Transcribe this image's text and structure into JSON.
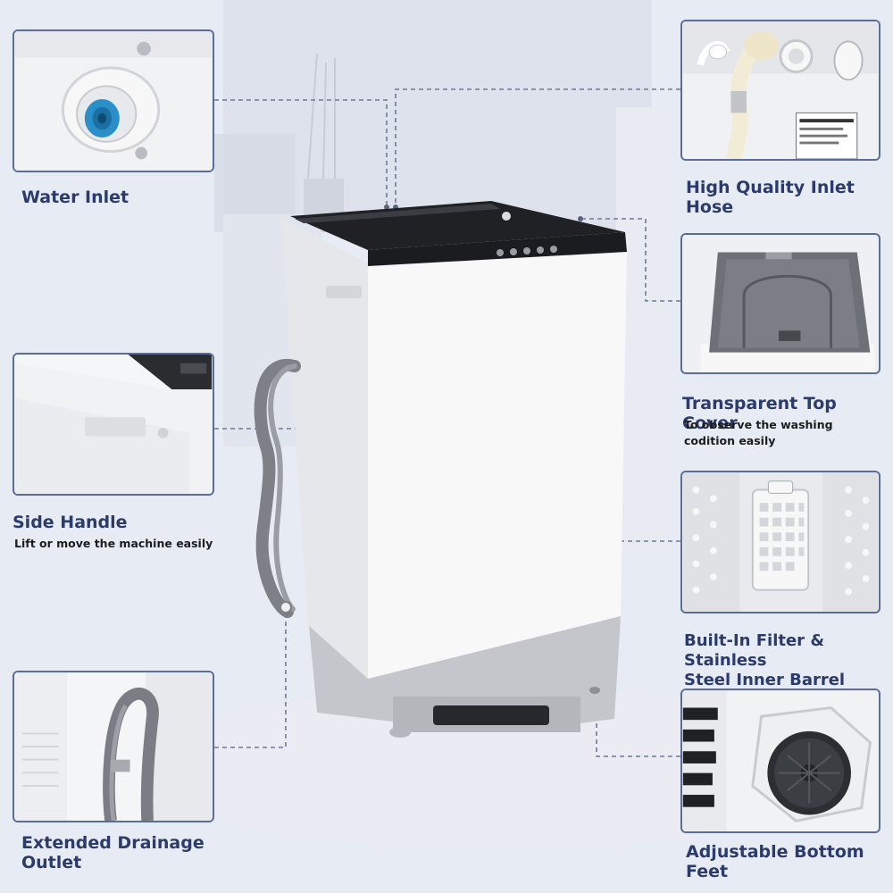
{
  "features": {
    "water_inlet": {
      "title": "Water Inlet"
    },
    "inlet_hose": {
      "title": "High Quality Inlet\nHose"
    },
    "top_cover": {
      "title": "Transparent Top Cover",
      "subtitle": "To observe the washing\ncodition easily"
    },
    "side_handle": {
      "title": "Side Handle",
      "subtitle": "Lift or move the machine easily"
    },
    "filter": {
      "title": "Built-In Filter & Stainless\nSteel Inner Barrel"
    },
    "drainage": {
      "title": "Extended Drainage\nOutlet"
    },
    "feet": {
      "title": "Adjustable Bottom\nFeet"
    }
  },
  "colors": {
    "accent": "#2b3b6c",
    "panel_border": "#5a6d9a",
    "connector": "#6e7a96",
    "machine_body": "#f7f7f8",
    "machine_base": "#c4c6cb",
    "machine_lid": "#1e2024",
    "hose": "#7d8087"
  },
  "icons": [
    "water-inlet-photo",
    "inlet-hose-photo",
    "top-cover-photo",
    "side-handle-photo",
    "filter-barrel-photo",
    "drain-hose-photo",
    "bottom-foot-photo",
    "washing-machine-image"
  ]
}
